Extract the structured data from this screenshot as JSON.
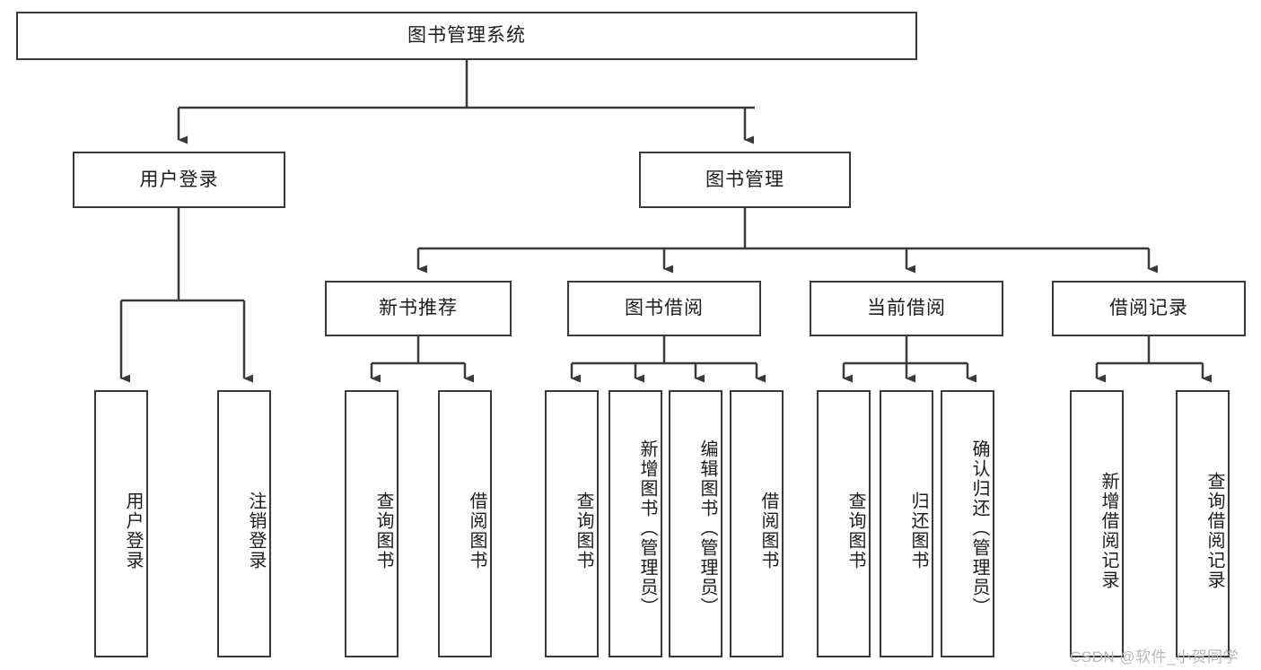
{
  "diagram": {
    "title": "图书管理系统",
    "type": "tree",
    "root": {
      "label": "图书管理系统"
    },
    "level2": [
      {
        "label": "用户登录"
      },
      {
        "label": "图书管理"
      }
    ],
    "level3": [
      {
        "label": "新书推荐"
      },
      {
        "label": "图书借阅"
      },
      {
        "label": "当前借阅"
      },
      {
        "label": "借阅记录"
      }
    ],
    "leaves": {
      "user_login": [
        {
          "label": "用户登录"
        },
        {
          "label": "注销登录"
        }
      ],
      "new_book_recommend": [
        {
          "label": "查询图书"
        },
        {
          "label": "借阅图书"
        }
      ],
      "book_borrow": [
        {
          "label": "查询图书"
        },
        {
          "label": "新增图书（管理员）"
        },
        {
          "label": "编辑图书（管理员）"
        },
        {
          "label": "借阅图书"
        }
      ],
      "current_borrow": [
        {
          "label": "查询图书"
        },
        {
          "label": "归还图书"
        },
        {
          "label": "确认归还（管理员）"
        }
      ],
      "borrow_record": [
        {
          "label": "新增借阅记录"
        },
        {
          "label": "查询借阅记录"
        }
      ]
    }
  },
  "watermark": {
    "text": "CSDN @软件_小贺同学"
  },
  "colors": {
    "stroke": "#3a3a3a",
    "background": "#ffffff",
    "text": "#1c1c1c",
    "watermark": "#b9b9b9"
  }
}
